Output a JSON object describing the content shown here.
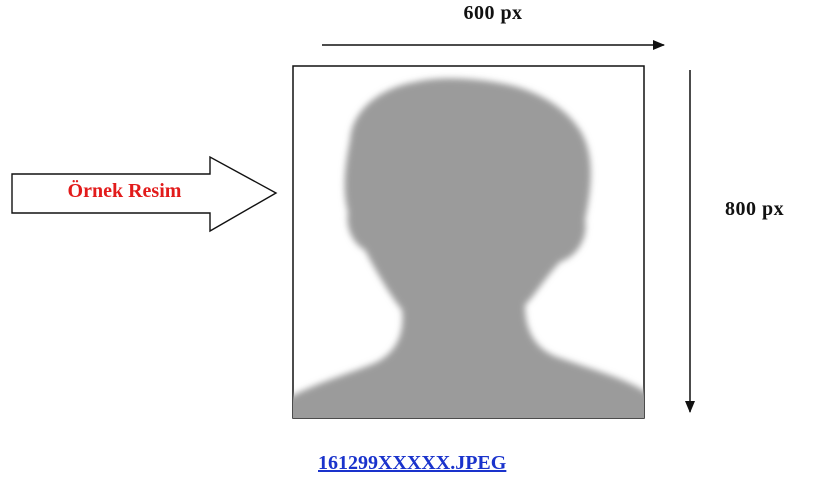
{
  "width_label": "600 px",
  "height_label": "800 px",
  "callout": {
    "text": "Örnek Resim",
    "text_color": "#e21b1b"
  },
  "filename": {
    "text": "161299XXXXX.JPEG",
    "color": "#1a33cc"
  },
  "silhouette": {
    "icon": "person-silhouette-icon",
    "color": "#9b9b9b"
  }
}
